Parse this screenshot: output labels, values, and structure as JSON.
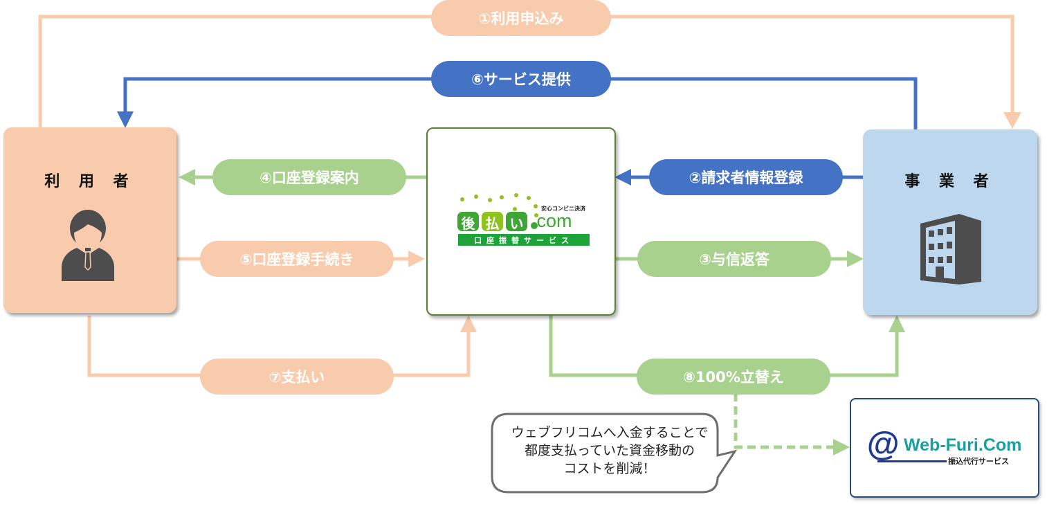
{
  "colors": {
    "peach": "#f8cbad",
    "blue": "#4472c4",
    "green": "#a9d18e",
    "user_box": "#f8cbad",
    "business_box": "#bdd7ee",
    "center_border": "#548235",
    "webfuri_border": "#1f4e79",
    "icon_gray": "#4d4d4d"
  },
  "nodes": {
    "user": {
      "title": "利 用 者",
      "icon": "person-icon"
    },
    "business": {
      "title": "事 業 者",
      "icon": "building-icon"
    },
    "center": {
      "logo_main": [
        "後",
        "払",
        "い"
      ],
      "logo_suffix": ".com",
      "logo_tagline": "安心コンビニ決済",
      "logo_banner": "口座振替サービス"
    },
    "webfuri": {
      "logo_at": "@",
      "logo_name": "Web-Furi.Com",
      "logo_sub": "振込代行サービス"
    }
  },
  "steps": [
    {
      "id": 1,
      "label": "①利用申込み",
      "color": "peach",
      "from": "user",
      "to": "business"
    },
    {
      "id": 2,
      "label": "②請求者情報登録",
      "color": "blue",
      "from": "business",
      "to": "center"
    },
    {
      "id": 3,
      "label": "③与信返答",
      "color": "green",
      "from": "center",
      "to": "business"
    },
    {
      "id": 4,
      "label": "④口座登録案内",
      "color": "green",
      "from": "center",
      "to": "user"
    },
    {
      "id": 5,
      "label": "⑤口座登録手続き",
      "color": "peach",
      "from": "user",
      "to": "center"
    },
    {
      "id": 6,
      "label": "⑥サービス提供",
      "color": "blue",
      "from": "business",
      "to": "user"
    },
    {
      "id": 7,
      "label": "⑦支払い",
      "color": "peach",
      "from": "user",
      "to": "center"
    },
    {
      "id": 8,
      "label": "⑧100%立替え",
      "color": "green",
      "from": "center",
      "to": "business"
    }
  ],
  "callout": {
    "lines": [
      "ウェブフリコムへ入金することで",
      "都度支払っていた資金移動の",
      "コストを削減！"
    ]
  }
}
